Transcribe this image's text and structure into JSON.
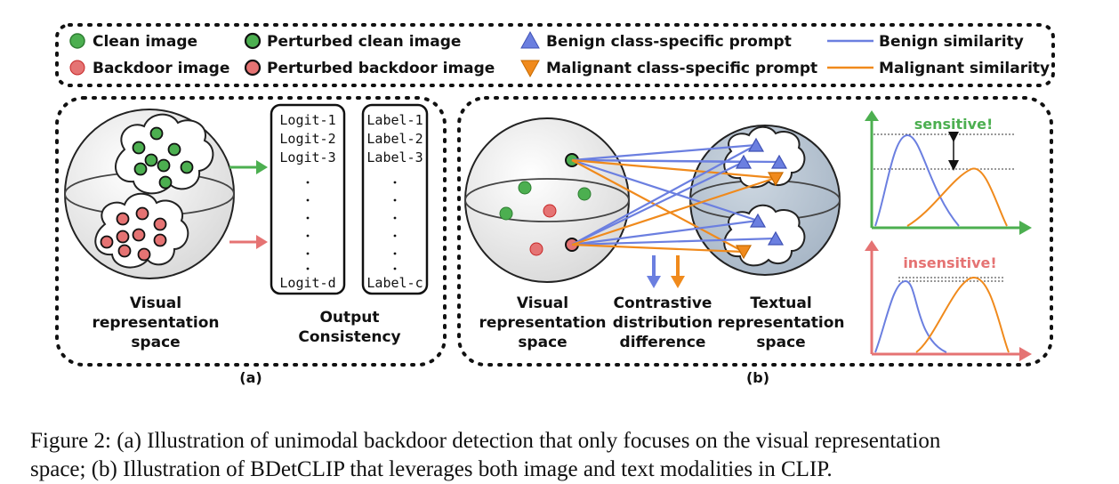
{
  "legend": {
    "clean_image": "Clean image",
    "backdoor_image": "Backdoor image",
    "perturbed_clean_image": "Perturbed clean image",
    "perturbed_backdoor_image": "Perturbed backdoor image",
    "benign_prompt": "Benign class-specific prompt",
    "malignant_prompt": "Malignant class-specific prompt",
    "benign_similarity": "Benign similarity",
    "malignant_similarity": "Malignant similarity"
  },
  "panel_a": {
    "sphere_label": [
      "Visual",
      "representation",
      "space"
    ],
    "logits": [
      "Logit-1",
      "Logit-2",
      "Logit-3",
      "Logit-d"
    ],
    "labels": [
      "Label-1",
      "Label-2",
      "Label-3",
      "Label-c"
    ],
    "output_label": [
      "Output",
      "Consistency"
    ],
    "tag": "(a)"
  },
  "panel_b": {
    "visual_label": [
      "Visual",
      "representation",
      "space"
    ],
    "contrastive_label": [
      "Contrastive",
      "distribution",
      "difference"
    ],
    "textual_label": [
      "Textual",
      "representation",
      "space"
    ],
    "sensitive": "sensitive!",
    "insensitive": "insensitive!",
    "tag": "(b)"
  },
  "caption": [
    "Figure 2: (a) Illustration of unimodal backdoor detection that only focuses on the visual representation",
    "space; (b) Illustration of BDetCLIP that leverages both image and text modalities in CLIP."
  ],
  "colors": {
    "green": "#4caf50",
    "red": "#e57373",
    "blue": "#6b7fe0",
    "orange": "#f08a1c",
    "text_sphere": "#b5c3d1",
    "sensitive_text": "#4caf50",
    "insensitive_text": "#e57373"
  }
}
